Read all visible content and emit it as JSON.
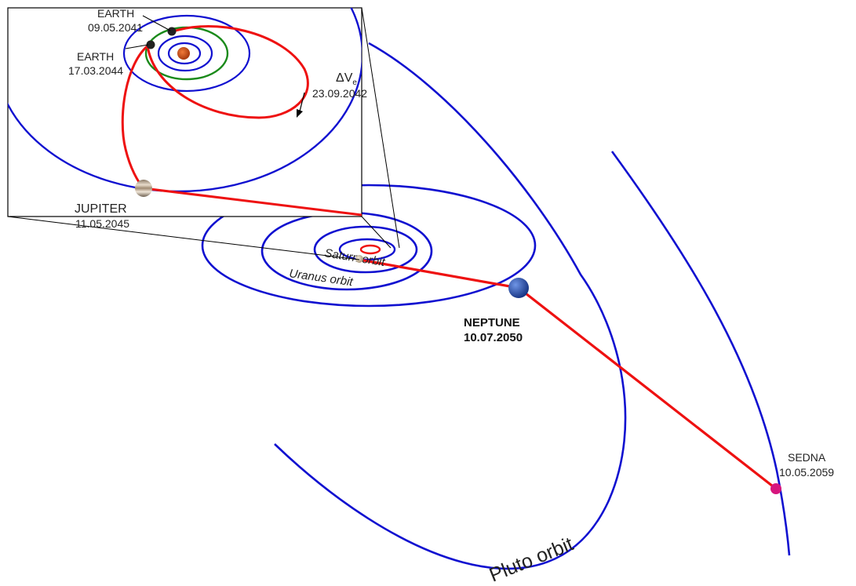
{
  "colors": {
    "orbit": "#1010d0",
    "trajectory": "#ee1111",
    "earth_orbit": "#1a8a1a",
    "sun": "#c4480f",
    "neptune": "#1a3f9c",
    "sedna": "#d6157e",
    "inset_frame": "#000000"
  },
  "labels": {
    "earth_launch": {
      "name": "EARTH",
      "date": "09.05.2041"
    },
    "earth_flyby": {
      "name": "EARTH",
      "date": "17.03.2044"
    },
    "delta_v": {
      "symbol": "ΔV",
      "subscript": "e",
      "date": "23.09.2042"
    },
    "jupiter": {
      "name": "JUPITER",
      "date": "11.05.2045"
    },
    "neptune": {
      "name": "NEPTUNE",
      "date": "10.07.2050"
    },
    "sedna": {
      "name": "SEDNA",
      "date": "10.05.2059"
    },
    "saturn_orbit": "Saturn orbit",
    "uranus_orbit": "Uranus orbit",
    "pluto_orbit": "Pluto orbit"
  },
  "icons": {
    "sun": "sun-icon",
    "earth": "earth-icon",
    "jupiter": "jupiter-icon",
    "saturn": "saturn-icon",
    "neptune": "neptune-icon",
    "sedna": "sedna-icon"
  }
}
